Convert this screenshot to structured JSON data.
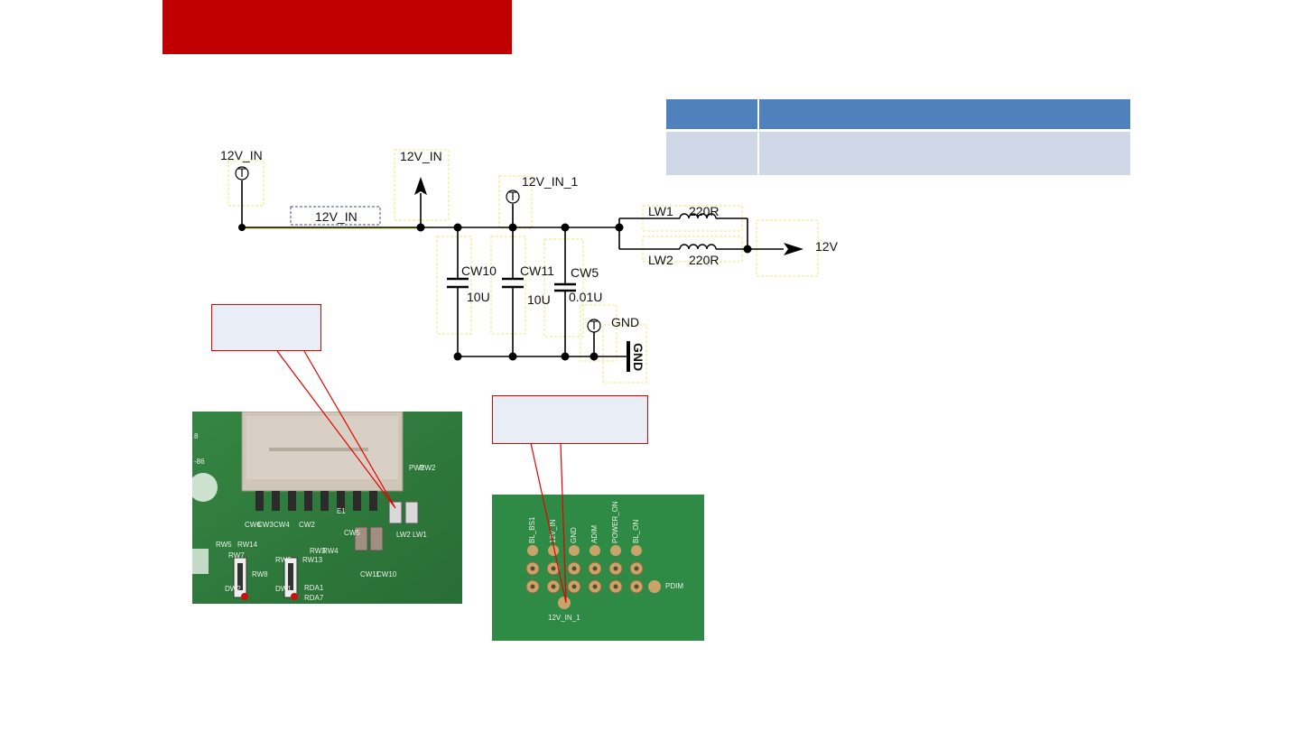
{
  "schematic": {
    "testpoint_12v_in": "12V_IN",
    "net_label_12v_in": "12V_IN",
    "power_arrow_12v_in": "12V_IN",
    "testpoint_12v_in_1": "12V_IN_1",
    "cw10_ref": "CW10",
    "cw10_val": "10U",
    "cw11_ref": "CW11",
    "cw11_val": "10U",
    "cw5_ref": "CW5",
    "cw5_val": "0.01U",
    "lw1_ref": "LW1",
    "lw1_val": "220R",
    "lw2_ref": "LW2",
    "lw2_val": "220R",
    "output_12v": "12V",
    "gnd_tp": "GND",
    "gnd_symbol": "GND"
  },
  "board_photo_1": {
    "labels": [
      "CW6",
      "CW3",
      "CW4",
      "CW2",
      "RW5",
      "RW14",
      "RW7",
      "RW8",
      "RW6",
      "RW13",
      "RW3",
      "RW4",
      "CW5",
      "CW11",
      "CW10",
      "LW2",
      "LW1",
      "DW2",
      "DW1",
      "RDA1",
      "RDA7",
      "PW1",
      "PW2",
      "E1"
    ]
  },
  "board_photo_2": {
    "pin_labels": [
      "BL_BS1",
      "12V_IN",
      "GND",
      "ADIM",
      "POWER_ON",
      "BL_ON"
    ],
    "pdim": "PDIM",
    "tp_label": "12V_IN_1"
  },
  "colors": {
    "title_bar": "#c00000",
    "table_header": "#4f81bd",
    "table_row": "#d0d8e8",
    "callout_border": "#e60000",
    "pcb": "#2e7d3e"
  }
}
